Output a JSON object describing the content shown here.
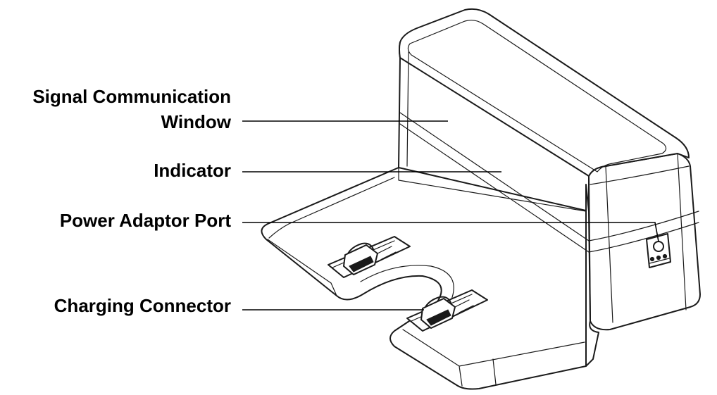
{
  "labels": {
    "signal_line1": "Signal Communication",
    "signal_line2": "Window",
    "indicator": "Indicator",
    "power_port": "Power Adaptor Port",
    "charging_connector": "Charging Connector"
  }
}
